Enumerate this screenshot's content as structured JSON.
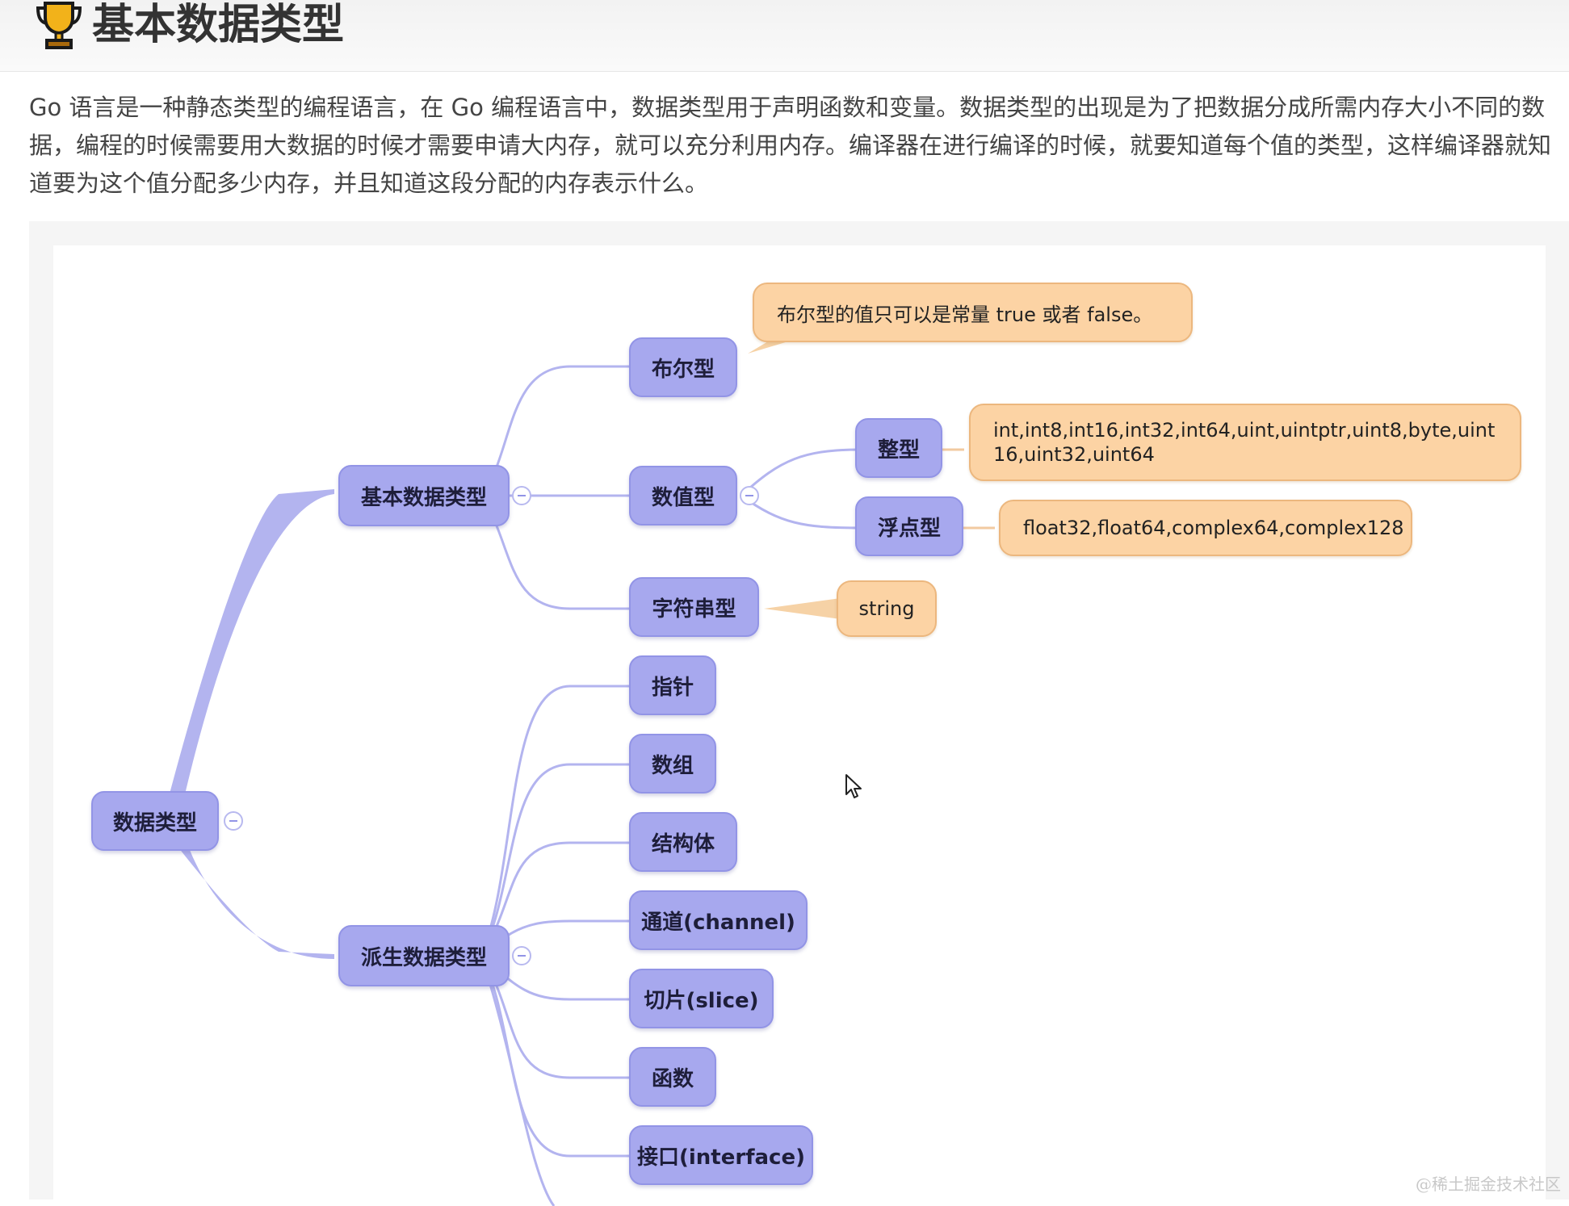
{
  "header": {
    "icon": "trophy-icon",
    "title": "基本数据类型"
  },
  "intro": "Go 语言是一种静态类型的编程语言，在 Go 编程语言中，数据类型用于声明函数和变量。数据类型的出现是为了把数据分成所需内存大小不同的数据，编程的时候需要用大数据的时候才需要申请大内存，就可以充分利用内存。编译器在进行编译的时候，就要知道每个值的类型，这样编译器就知道要为这个值分配多少内存，并且知道这段分配的内存表示什么。",
  "mindmap": {
    "root": "数据类型",
    "basic": {
      "label": "基本数据类型",
      "boolean": "布尔型",
      "boolean_note": "布尔型的值只可以是常量 true 或者 false。",
      "numeric": "数值型",
      "integer": "整型",
      "integer_note": "int,int8,int16,int32,int64,uint,uintptr,uint8,byte,uint16,uint32,uint64",
      "float": "浮点型",
      "float_note": "float32,float64,complex64,complex128",
      "string_type": "字符串型",
      "string_note": "string"
    },
    "derived": {
      "label": "派生数据类型",
      "items": [
        "指针",
        "数组",
        "结构体",
        "通道(channel)",
        "切片(slice)",
        "函数",
        "接口(interface)"
      ]
    },
    "colors": {
      "node_fill": "#a7a8ee",
      "node_border": "#9294e6",
      "note_fill": "#fcd3a4",
      "note_border": "#ecb77e",
      "branch": "#b3b4ef"
    }
  },
  "watermark": "@稀土掘金技术社区"
}
